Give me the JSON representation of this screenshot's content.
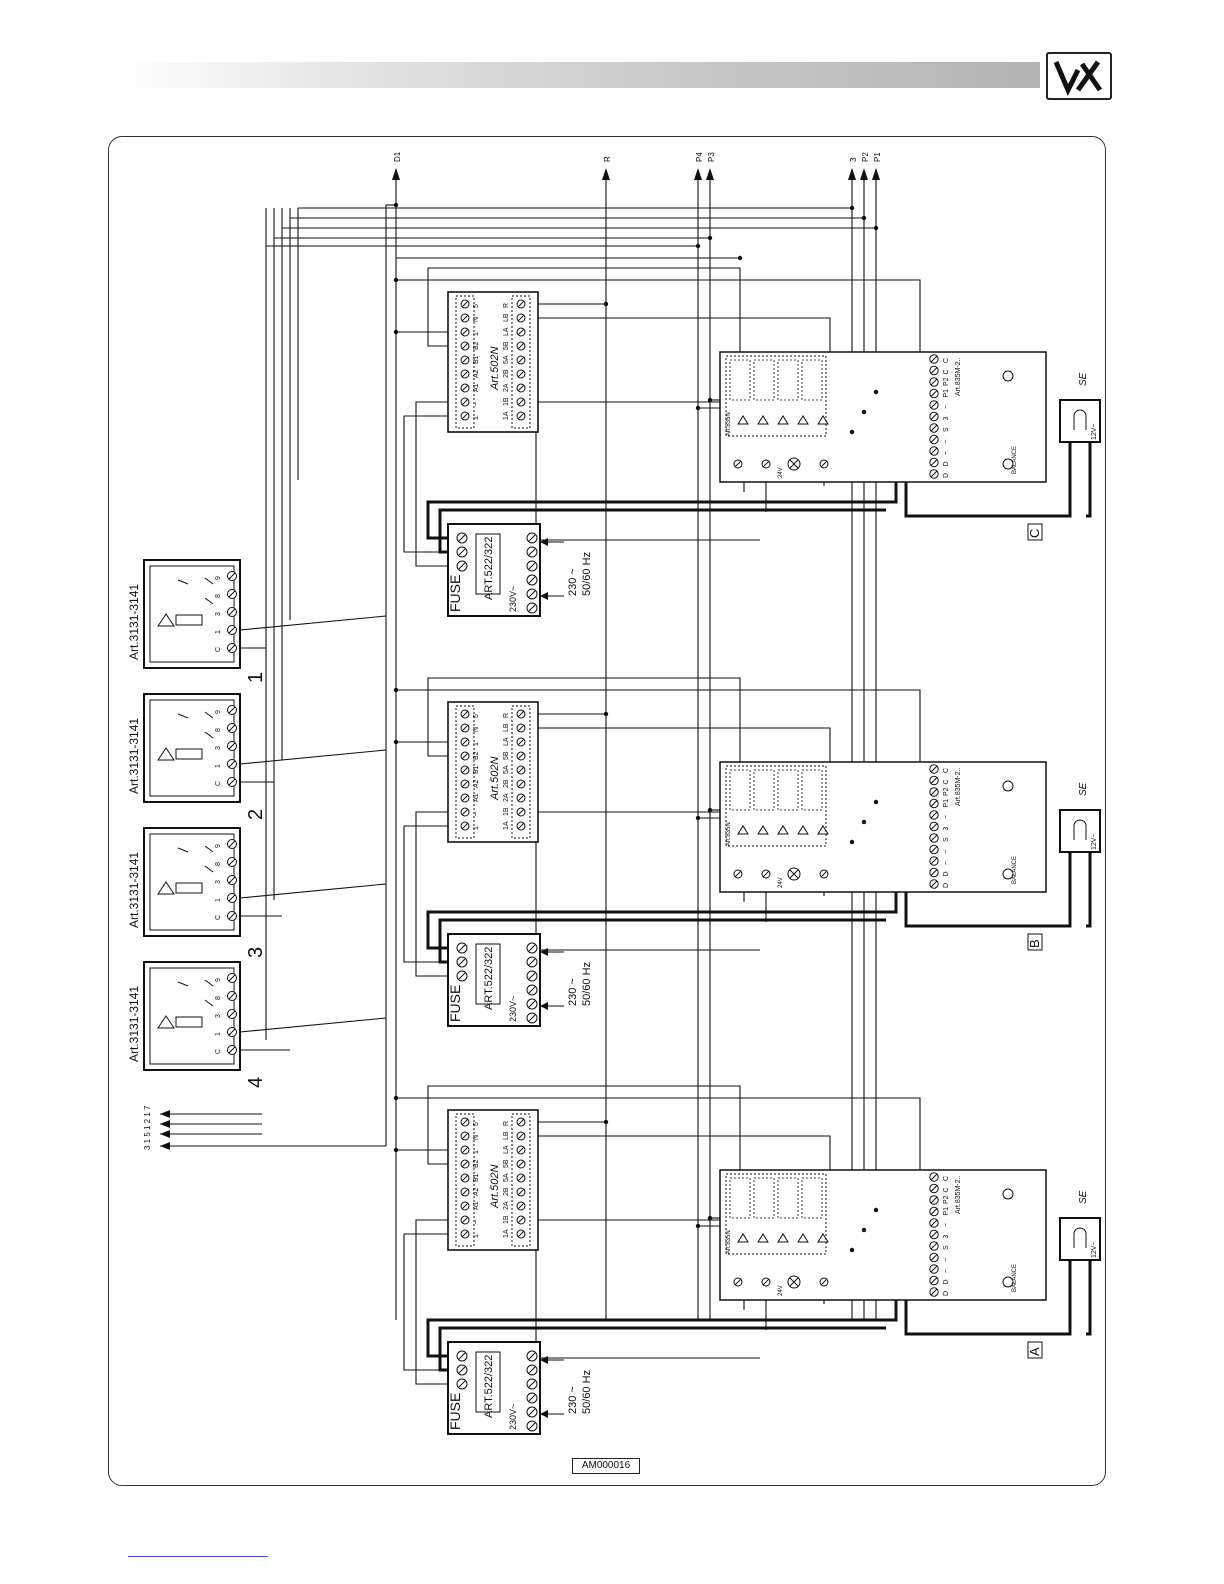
{
  "header": {
    "logo_name": "vx-logo-icon",
    "logo_text": "VX"
  },
  "top_terminals": {
    "d1": "D1",
    "r": "R",
    "p4": "P4",
    "p3": "P3",
    "t3": "3",
    "p2": "P2",
    "p1": "P1"
  },
  "stations": [
    {
      "number": "1",
      "label": "Art.3131-3141"
    },
    {
      "number": "2",
      "label": "Art.3131-3141"
    },
    {
      "number": "3",
      "label": "Art.3131-3141"
    },
    {
      "number": "4",
      "label": "Art.3131-3141"
    }
  ],
  "station_terminals": [
    "9",
    "8",
    "3",
    "1",
    "C"
  ],
  "bottom_left_terminals": "3 1 5 1 2 1 7",
  "modules": {
    "relay": "Art.502N",
    "relay_terminals_top": [
      "1",
      "~",
      "A1",
      "A2",
      "B1",
      "B2",
      "1",
      "N",
      "5"
    ],
    "relay_terminals_bottom": [
      "1A",
      "1B",
      "2A",
      "2B",
      "5A",
      "5B",
      "LA",
      "LB",
      "R"
    ],
    "psu": "ART.522/322",
    "psu_fuse": "FUSE",
    "psu_voltage": "230V~",
    "mains_line1": "230 ~",
    "mains_line2": "50/60 Hz",
    "panel": "Art.835N",
    "door_unit": "Art.835M-2..",
    "door_terminals": [
      "D",
      "D",
      "~",
      "~",
      "S",
      "3",
      "~",
      "P1",
      "P2",
      "C",
      "C"
    ],
    "balance": "BALANCE",
    "lamp": "24V",
    "lock": "SE",
    "lock_voltage": "12V~"
  },
  "sections": [
    "C",
    "B",
    "A"
  ],
  "footer": {
    "code": "AM000016"
  }
}
